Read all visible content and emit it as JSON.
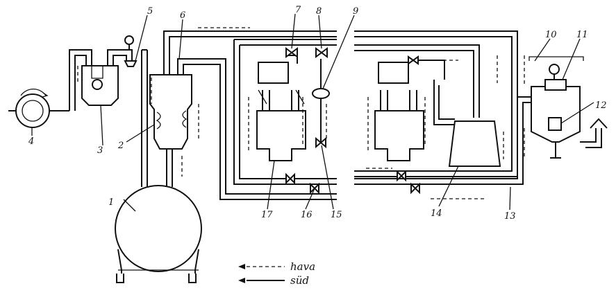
{
  "callouts": [
    "1",
    "2",
    "3",
    "4",
    "5",
    "6",
    "7",
    "8",
    "9",
    "10",
    "11",
    "12",
    "13",
    "14",
    "15",
    "16",
    "17"
  ],
  "legend": {
    "air_label": "hava",
    "milk_label": "süd"
  }
}
